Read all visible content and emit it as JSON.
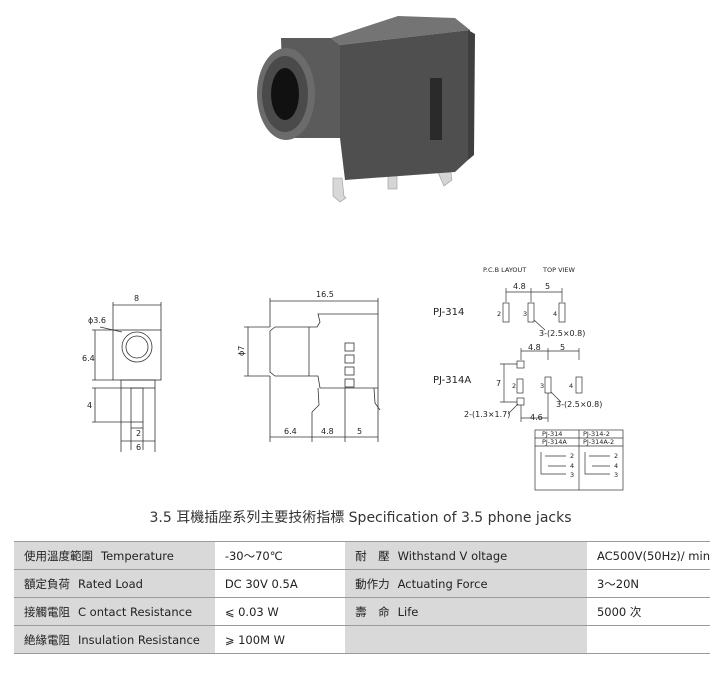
{
  "drawing": {
    "pcb_layout_label": "P.C.B LAYOUT",
    "top_view_label": "TOP VIEW",
    "front": {
      "width": "8",
      "hole": "ϕ3.6",
      "height": "6.4",
      "pin_len": "4",
      "pin_gap": "2",
      "base": "6"
    },
    "side": {
      "length": "16.5",
      "dia": "ϕ7",
      "seg1": "6.4",
      "seg2": "4.8",
      "seg3": "5"
    },
    "pj314": {
      "model": "PJ-314",
      "d1": "4.8",
      "d2": "5",
      "holes": "3-(2.5×0.8)",
      "pins": [
        "2",
        "3",
        "4"
      ]
    },
    "pj314a": {
      "model": "PJ-314A",
      "d1": "4.8",
      "d2": "5",
      "holes": "3-(2.5×0.8)",
      "holes2": "2-(1.3×1.7)",
      "d3": "7",
      "d4": "4.6",
      "pins": [
        "2",
        "3",
        "4"
      ]
    },
    "schematic": {
      "col1_top": "PJ-314",
      "col1_bot": "PJ-314A",
      "col2_top": "PJ-314-2",
      "col2_bot": "PJ-314A-2",
      "pins": [
        "2",
        "4",
        "3"
      ]
    }
  },
  "heading": {
    "cn": "3.5 耳機插座系列主要技術指標",
    "en": "Specification of 3.5 phone jacks"
  },
  "specs": [
    {
      "p1_cn": "使用溫度範圍",
      "p1_en": "Temperature",
      "v1": "-30～70℃",
      "p2_cn": "耐　壓",
      "p2_en": "Withstand V oltage",
      "v2": "AC500V(50Hz)/ min"
    },
    {
      "p1_cn": "額定負荷",
      "p1_en": "Rated Load",
      "v1": "DC  30V  0.5A",
      "p2_cn": "動作力",
      "p2_en": "Actuating Force",
      "v2": "3～20N"
    },
    {
      "p1_cn": "接觸電阻",
      "p1_en": "C ontact Resistance",
      "v1": "⩽ 0.03 W",
      "p2_cn": "壽　命",
      "p2_en": "Life",
      "v2": "5000 次"
    },
    {
      "p1_cn": "絶緣電阻",
      "p1_en": "Insulation Resistance",
      "v1": "⩾ 100M W",
      "p2_cn": "",
      "p2_en": "",
      "v2": ""
    }
  ]
}
